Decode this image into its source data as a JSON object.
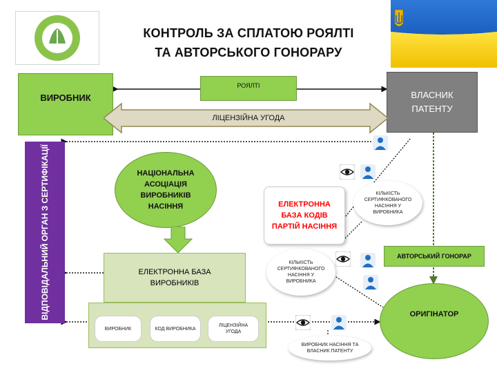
{
  "title": {
    "line1": "КОНТРОЛЬ ЗА СПЛАТОЮ РОЯЛТІ",
    "line2": "ТА АВТОРСЬКОГО ГОНОРАРУ"
  },
  "logo": {
    "name": "logo-emblem-icon"
  },
  "flag": {
    "name": "ukraine-flag-trident-icon",
    "colors": {
      "blue": "#1c5fbf",
      "yellow": "#ffd500",
      "trident": "#e7b400"
    }
  },
  "nodes": {
    "producer": "ВИРОБНИК",
    "patent_owner": "ВЛАСНИК ПАТЕНТУ",
    "royalty": "РОЯЛТІ",
    "license": "ЛІЦЕНЗІЙНА УГОДА",
    "certification_body": "ВІДПОВІДАЛЬНИЙ ОРГАН З СЕРТИФІКАЦІЇ",
    "association": "НАЦІОНАЛЬНА АСОЦІАЦІЯ ВИРОБНИКІВ НАСІННЯ",
    "producer_db": "ЕЛЕКТРОННА БАЗА ВИРОБНИКІВ",
    "batch_db": "ЕЛЕКТРОННА БАЗА КОДІВ ПАРТІЙ НАСІННЯ",
    "qty_top": "КІЛЬКІСТЬ СЕРТИФІКОВАНОГО НАСІННЯ У ВИРОБНИКА",
    "qty_mid": "КІЛЬКІСТЬ СЕРТИФІКОВАНОГО НАСІННЯ У ВИРОБНИКА",
    "author_fee": "АВТОРСЬКИЙ ГОНОРАР",
    "originator": "ОРИГІНАТОР",
    "sub_producer": "ВИРОБНИК",
    "sub_code": "КОД ВИРОБНИКА",
    "sub_license": "ЛІЦЕНЗІЙНА УГОДА",
    "bottom_note": "ВИРОБНИК НАСІННЯ ТА ВЛАСНИК ПАТЕНТУ"
  },
  "colors": {
    "green": "#92d050",
    "grey": "#808080",
    "purple": "#7030a0",
    "light_green": "#d7e4bc",
    "arrow_beige": "#ddd9c3",
    "red": "#ff0000"
  },
  "icons": [
    "eye-icon",
    "person-icon"
  ]
}
